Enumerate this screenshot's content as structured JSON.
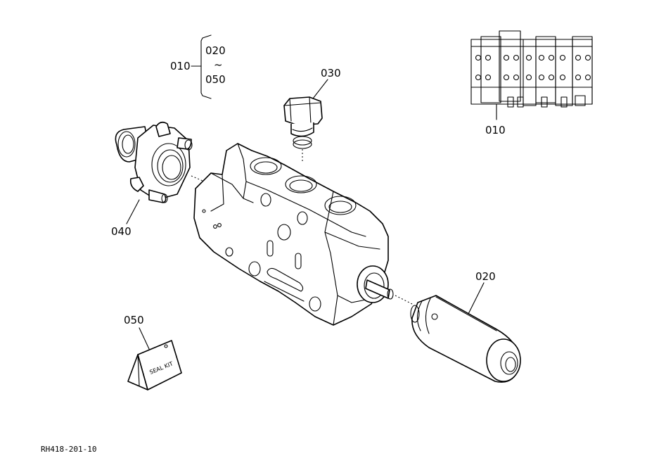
{
  "labels": {
    "assembly": "010",
    "range_start": "020",
    "range_tilde": "~",
    "range_end": "050",
    "solenoid": "020",
    "plug": "030",
    "flange": "040",
    "seal_kit": "050",
    "overview": "010"
  },
  "seal_kit_text": "SEAL KIT",
  "footer_code": "RH418-201-10"
}
